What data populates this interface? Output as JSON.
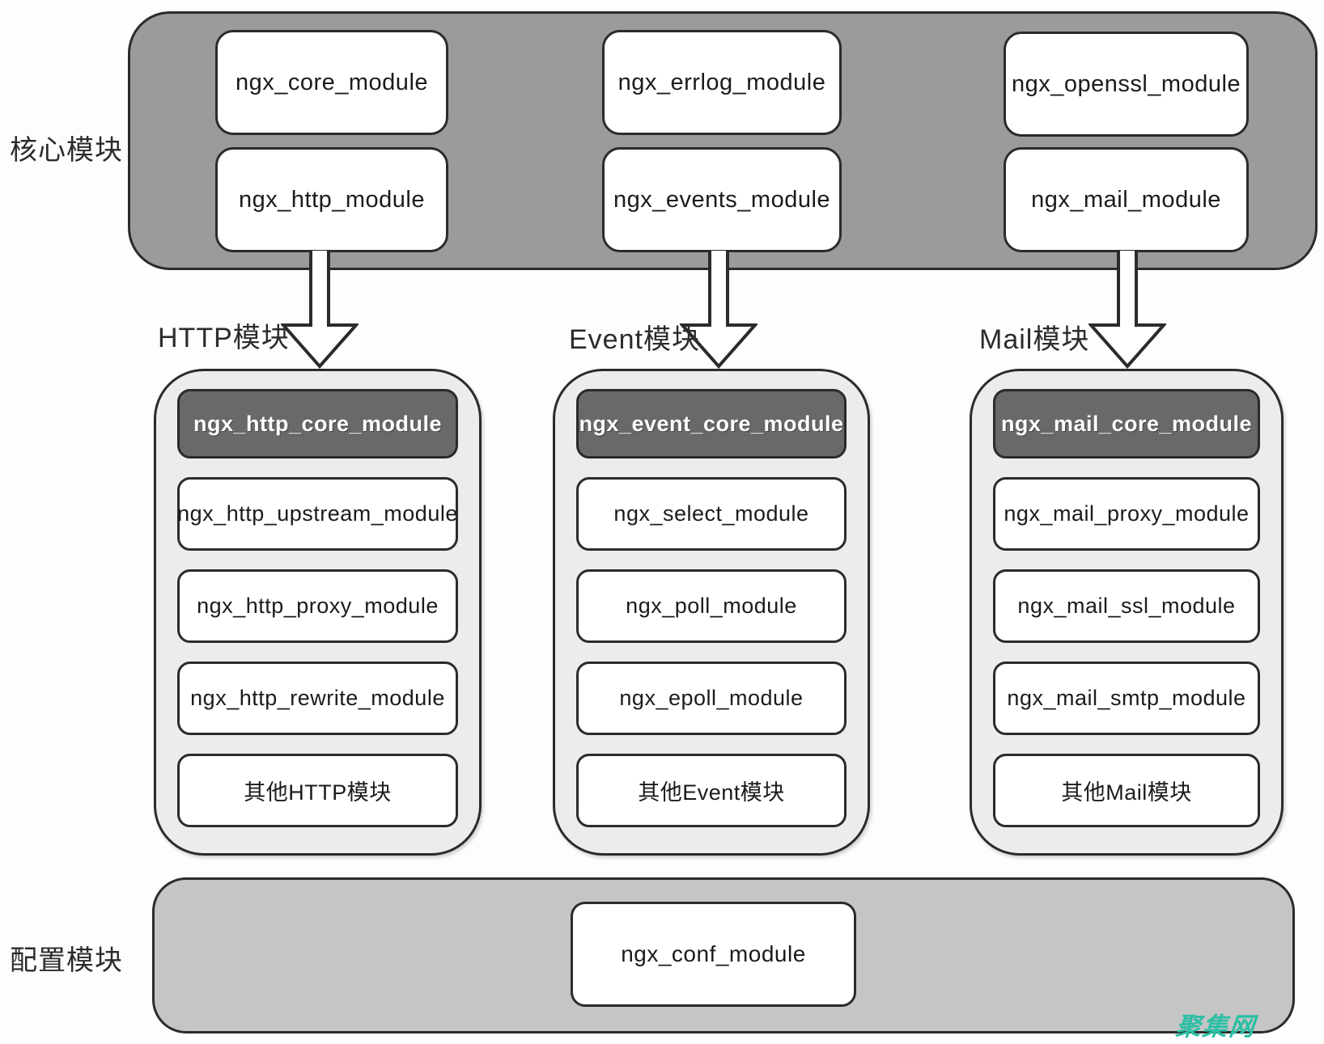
{
  "core_section": {
    "label": "核心模块",
    "row1": [
      "ngx_core_module",
      "ngx_errlog_module",
      "ngx_openssl_module"
    ],
    "row2": [
      "ngx_http_module",
      "ngx_events_module",
      "ngx_mail_module"
    ]
  },
  "module_groups": [
    {
      "label": "HTTP模块",
      "core": "ngx_http_core_module",
      "modules": [
        "ngx_http_upstream_module",
        "ngx_http_proxy_module",
        "ngx_http_rewrite_module",
        "其他HTTP模块"
      ]
    },
    {
      "label": "Event模块",
      "core": "ngx_event_core_module",
      "modules": [
        "ngx_select_module",
        "ngx_poll_module",
        "ngx_epoll_module",
        "其他Event模块"
      ]
    },
    {
      "label": "Mail模块",
      "core": "ngx_mail_core_module",
      "modules": [
        "ngx_mail_proxy_module",
        "ngx_mail_ssl_module",
        "ngx_mail_smtp_module",
        "其他Mail模块"
      ]
    }
  ],
  "config_section": {
    "label": "配置模块",
    "module": "ngx_conf_module"
  },
  "watermark": "聚集网",
  "colors": {
    "core_container": "#9b9b9b",
    "group_container": "#ececec",
    "group_header": "#696969",
    "config_container": "#c5c5c5",
    "box_border": "#2b2b2b",
    "watermark": "#2bbfa4"
  }
}
